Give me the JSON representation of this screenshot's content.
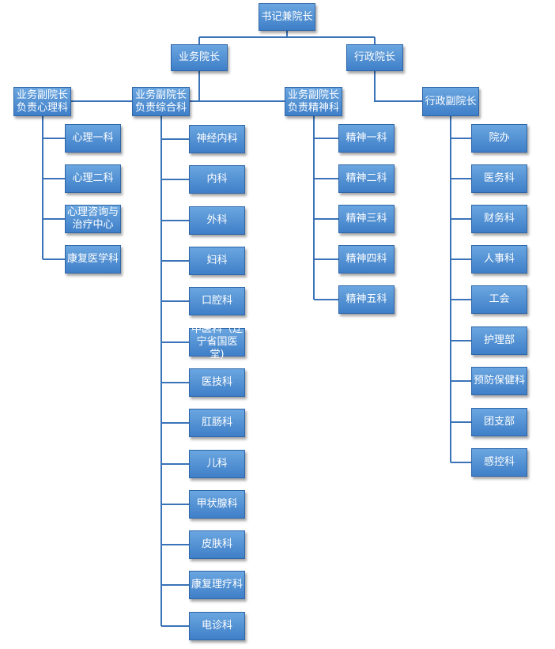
{
  "org": {
    "root": "书记兼院长",
    "l2a": "业务院长",
    "l2b": "行政院长",
    "va": "业务副院长\n负责心理科",
    "vb": "业务副院长\n负责综合科",
    "vc": "业务副院长\n负责精神科",
    "vd": "行政副院长",
    "psych": [
      "心理一科",
      "心理二科",
      "心理咨询与\n治疗中心",
      "康复医学科"
    ],
    "general": [
      "神经内科",
      "内科",
      "外科",
      "妇科",
      "口腔科",
      "中医科（辽\n宁省国医堂)",
      "医技科",
      "肛肠科",
      "儿科",
      "甲状腺科",
      "皮肤科",
      "康复理疗科",
      "电诊科"
    ],
    "mental": [
      "精神一科",
      "精神二科",
      "精神三科",
      "精神四科",
      "精神五科"
    ],
    "admin": [
      "院办",
      "医务科",
      "财务科",
      "人事科",
      "工会",
      "护理部",
      "预防保健科",
      "团支部",
      "感控科"
    ]
  },
  "colors": {
    "box_top": "#6aa6e0",
    "box_bottom": "#3f7fc8",
    "connector": "#3a73b8"
  }
}
